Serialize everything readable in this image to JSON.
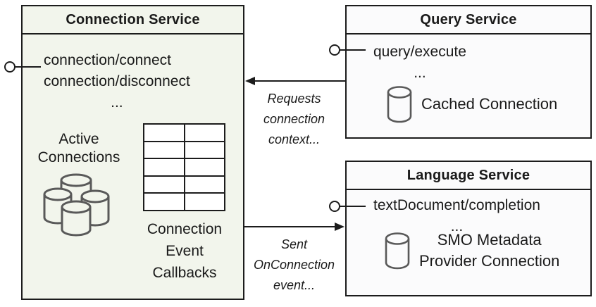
{
  "services": {
    "connection": {
      "title": "Connection Service",
      "methods": [
        "connection/connect",
        "connection/disconnect",
        "..."
      ],
      "active_label": [
        "Active",
        "Connections"
      ],
      "callbacks_label": [
        "Connection",
        "Event",
        "Callbacks"
      ]
    },
    "query": {
      "title": "Query Service",
      "methods": [
        "query/execute",
        "..."
      ],
      "cached_label": "Cached Connection"
    },
    "language": {
      "title": "Language Service",
      "methods": [
        "textDocument/completion",
        "..."
      ],
      "smo_label": [
        "SMO Metadata",
        "Provider Connection"
      ]
    }
  },
  "arrows": {
    "requests": [
      "Requests",
      "connection",
      "context..."
    ],
    "sent": [
      "Sent",
      "OnConnection",
      "event..."
    ]
  },
  "icons": {
    "database": "database-icon",
    "database_cluster": "database-cluster-icon",
    "interface_lollipop": "interface-lollipop-icon"
  },
  "colors": {
    "connection_service_bg": "#f2f5ec",
    "service_bg": "#fbfbfc",
    "border": "#1c1c1c",
    "cylinder_stroke": "#595959",
    "text": "#1a1a1a"
  }
}
